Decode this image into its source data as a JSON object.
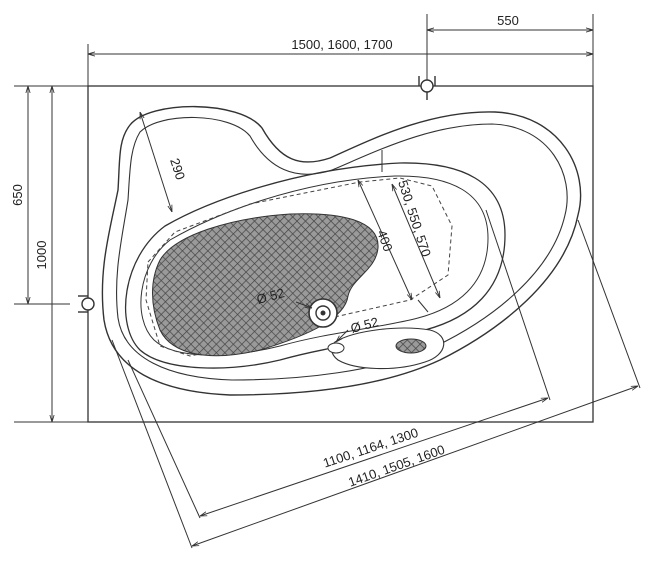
{
  "dimensions": {
    "top_offset": "550",
    "overall_width": "1500, 1600, 1700",
    "short_side": "650",
    "long_side": "1000",
    "corner": "290",
    "inner_width": "400",
    "inner_range": "530, 550, 570",
    "drain": "Ø 52",
    "overflow": "Ø 52",
    "inner_length": "1100, 1164, 1300",
    "outer_length": "1410, 1505, 1600"
  },
  "colors": {
    "line": "#333333",
    "hatch": "#555555"
  },
  "icons": [
    "tap-connector-icon",
    "drain-icon"
  ]
}
